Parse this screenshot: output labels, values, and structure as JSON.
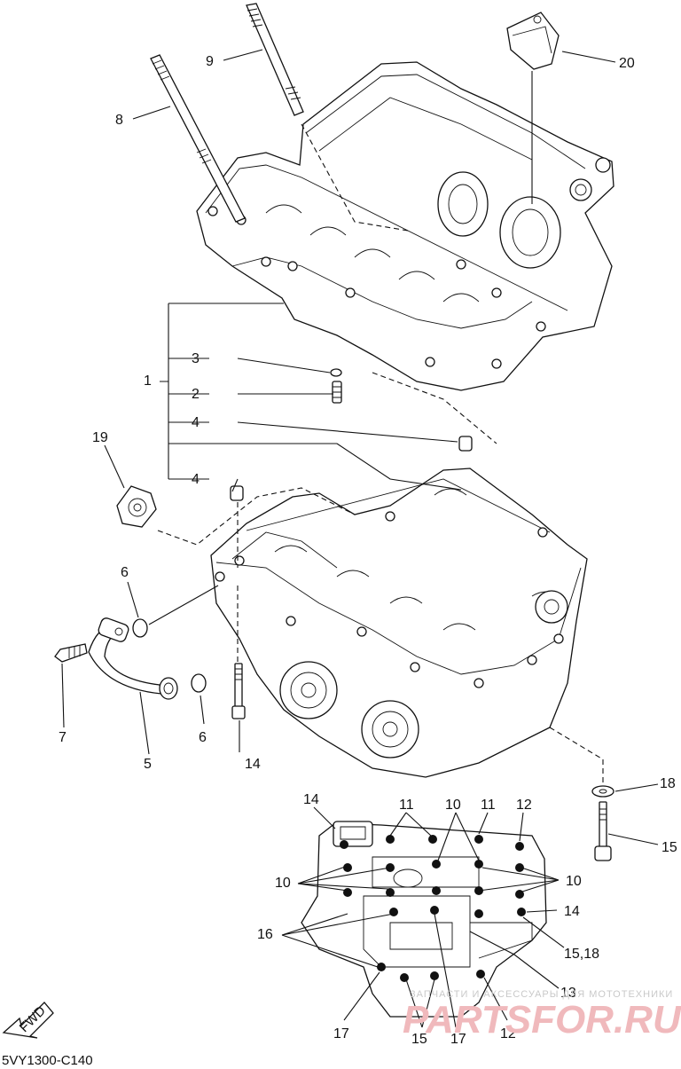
{
  "diagram": {
    "code": "5VY1300-C140",
    "fwd_label": "FWD",
    "watermark_caption": "ЗАПЧАСТИ И АКСЕССУАРЫ ДЛЯ МОТОТЕХНИКИ",
    "watermark_logo": "PARTSFOR.RU",
    "callouts": {
      "c1": "1",
      "c2": "2",
      "c3": "3",
      "c4a": "4",
      "c4b": "4",
      "c5": "5",
      "c6a": "6",
      "c6b": "6",
      "c7": "7",
      "c8": "8",
      "c9": "9",
      "c10a": "10",
      "c10b": "10",
      "c10c": "10",
      "c11a": "11",
      "c11b": "11",
      "c12a": "12",
      "c12b": "12",
      "c13": "13",
      "c14a": "14",
      "c14b": "14",
      "c14c": "14",
      "c15a": "15",
      "c15b": "15",
      "c1518": "15,18",
      "c16": "16",
      "c17a": "17",
      "c17b": "17",
      "c18": "18",
      "c19": "19",
      "c20": "20"
    }
  }
}
